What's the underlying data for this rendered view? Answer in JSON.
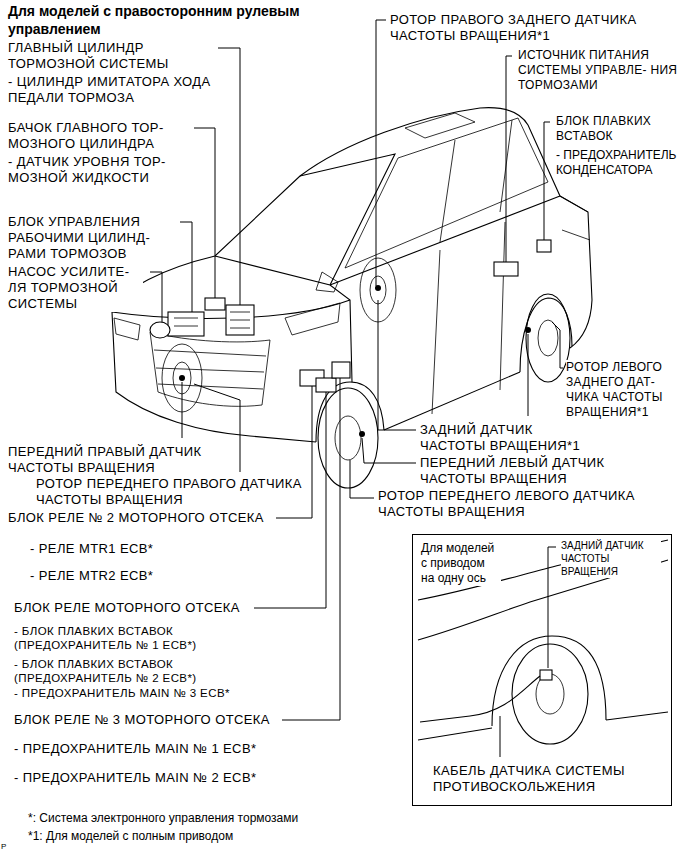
{
  "diagram": {
    "title": "Для моделей с правосторонним рулевым управлением",
    "nodes": [
      {
        "text": [
          "Для моделей с приводом на одну ось",
          "ЗАДНИЙ ДАТЧИК ЧАСТОТЫ ВРАЩЕНИЯ",
          "КАБЕЛЬ ДАТЧИКА СИСТЕМЫ ПРОТИВОСКОЛЬЖЕНИЯ"
        ]
      }
    ],
    "labels": [
      "ГЛАВНЫЙ ЦИЛИНДР ТОРМОЗНОЙ СИСТЕМЫ",
      "- ЦИЛИНДР ИМИТАТОРА ХОДА ПЕДАЛИ ТОРМОЗА",
      "БАЧОК ГЛАВНОГО ТОР- МОЗНОГО ЦИЛИНДРА",
      "- ДАТЧИК УРОВНЯ ТОР- МОЗНОЙ ЖИДКОСТИ",
      "БЛОК УПРАВЛЕНИЯ РАБОЧИМИ ЦИЛИНД- РАМИ ТОРМОЗОВ",
      "НАСОС УСИЛИТЕ- ЛЯ ТОРМОЗНОЙ СИСТЕМЫ",
      "ПЕРЕДНИЙ ПРАВЫЙ ДАТЧИК ЧАСТОТЫ ВРАЩЕНИЯ",
      "РОТОР ПЕРЕДНЕГО ПРАВОГО ДАТЧИКА ЧАСТОТЫ ВРАЩЕНИЯ",
      "БЛОК РЕЛЕ № 2 МОТОРНОГО ОТСЕКА",
      "- РЕЛЕ MTR1 ECB*",
      "- РЕЛЕ MTR2 ECB*",
      "БЛОК РЕЛЕ МОТОРНОГО ОТСЕКА",
      "- БЛОК ПЛАВКИХ ВСТАВОК (ПРЕДОХРАНИТЕЛЬ № 1 ECB*)",
      "- БЛОК ПЛАВКИХ ВСТАВОК (ПРЕДОХРАНИТЕЛЬ № 2 ECB*)",
      "- ПРЕДОХРАНИТЕЛЬ MAIN № 3 ECB*",
      "БЛОК РЕЛЕ № 3 МОТОРНОГО ОТСЕКА",
      "- ПРЕДОХРАНИТЕЛЬ MAIN № 1 ECB*",
      "- ПРЕДОХРАНИТЕЛЬ MAIN № 2 ECB*",
      "РОТОР ПРАВОГО ЗАДНЕГО ДАТЧИКА ЧАСТОТЫ ВРАЩЕНИЯ*1",
      "ИСТОЧНИК ПИТАНИЯ СИСТЕМЫ УПРАВЛЕ- НИЯ ТОРМОЗАМИ",
      "БЛОК ПЛАВКИХ ВСТАВОК",
      "- ПРЕДОХРАНИТЕЛЬ КОНДЕНСАТОРА",
      "РОТОР ЛЕВОГО ЗАДНЕГО ДАТ- ЧИКА ЧАСТОТЫ ВРАЩЕНИЯ*1",
      "ЗАДНИЙ ДАТЧИК ЧАСТОТЫ ВРАЩЕНИЯ*1",
      "ПЕРЕДНИЙ ЛЕВЫЙ ДАТЧИК ЧАСТОТЫ ВРАЩЕНИЯ",
      "РОТОР ПЕРЕДНЕГО ЛЕВОГО ДАТЧИКА ЧАСТОТЫ ВРАЩЕНИЯ",
      "*: Система электронного управления тормозами",
      "*1: Для моделей с полным приводом",
      "P"
    ]
  }
}
